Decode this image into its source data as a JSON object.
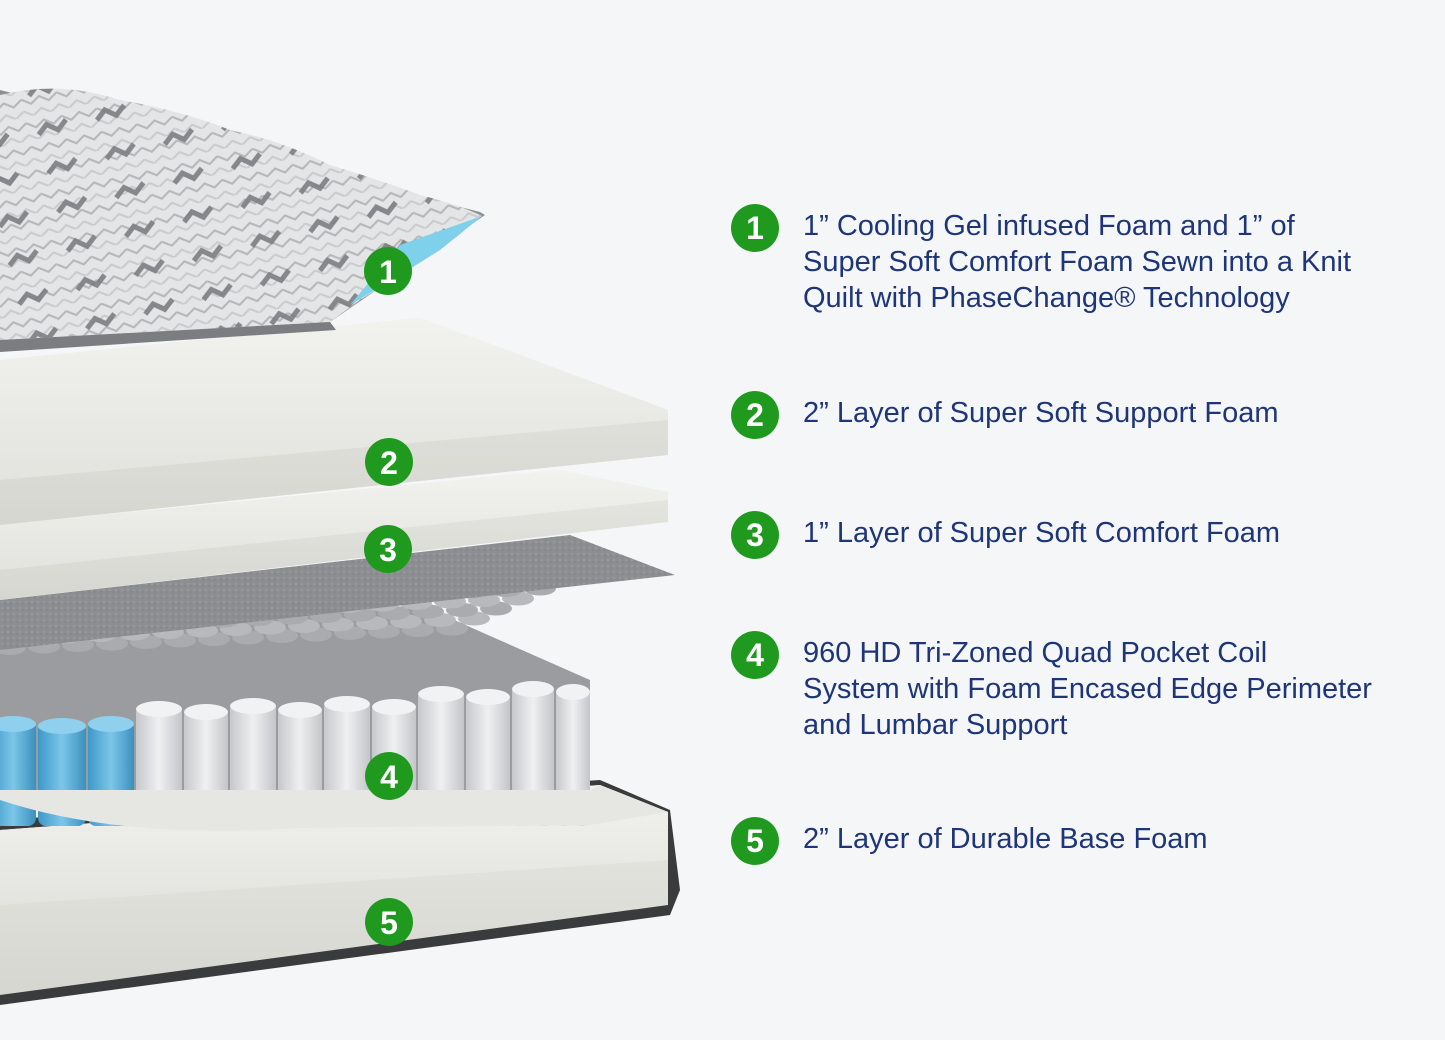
{
  "colors": {
    "background": "#f4f6f8",
    "badge": "#1f9a1f",
    "text": "#1e3579",
    "foam": "#ededea",
    "coil_blue": "#5bb0d9",
    "coil_white": "#d9dadc"
  },
  "markers": [
    {
      "number": "1"
    },
    {
      "number": "2"
    },
    {
      "number": "3"
    },
    {
      "number": "4"
    },
    {
      "number": "5"
    }
  ],
  "legend": [
    {
      "number": "1",
      "text": "1” Cooling Gel infused Foam and 1” of\nSuper Soft Comfort Foam Sewn into a Knit\nQuilt with PhaseChange® Technology"
    },
    {
      "number": "2",
      "text": "2” Layer of Super Soft Support Foam"
    },
    {
      "number": "3",
      "text": "1” Layer of Super Soft Comfort Foam"
    },
    {
      "number": "4",
      "text": "960 HD Tri-Zoned Quad Pocket Coil\nSystem with Foam Encased Edge Perimeter\nand Lumbar Support"
    },
    {
      "number": "5",
      "text": "2” Layer of Durable Base Foam"
    }
  ]
}
